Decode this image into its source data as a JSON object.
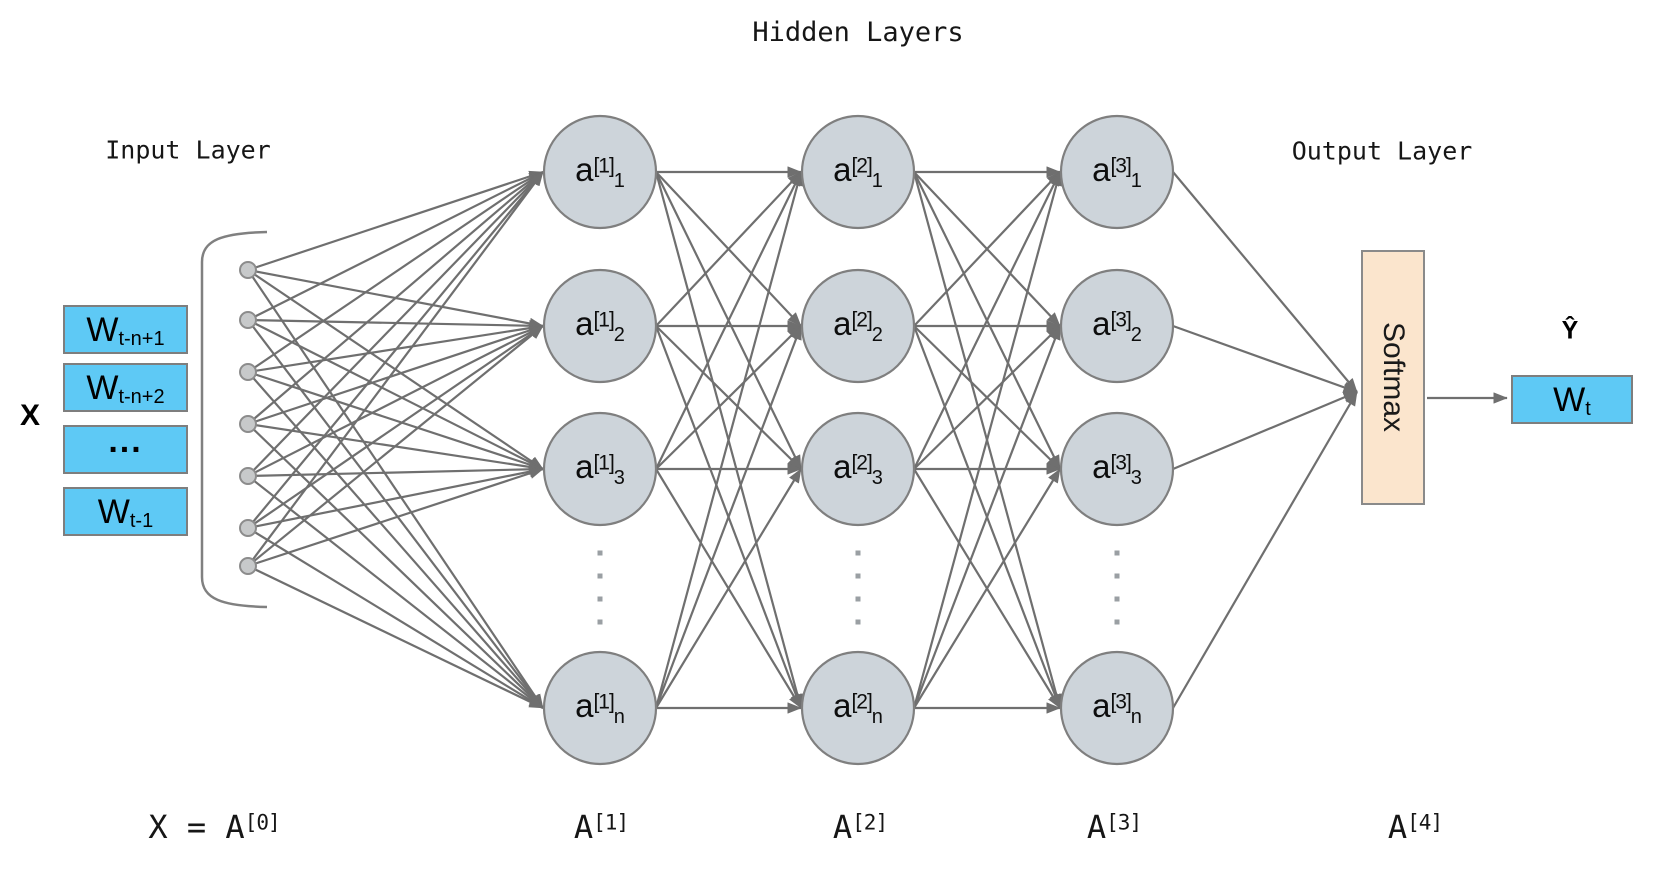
{
  "title": "Hidden Layers",
  "labels": {
    "input_layer": "Input Layer",
    "output_layer": "Output Layer",
    "x": "X",
    "y_hat": "Ŷ",
    "softmax": "Softmax"
  },
  "input_boxes": [
    {
      "base": "W",
      "sub": "t-n+1"
    },
    {
      "base": "W",
      "sub": "t-n+2"
    },
    {
      "base": "...",
      "sub": ""
    },
    {
      "base": "W",
      "sub": "t-1"
    }
  ],
  "output_box": {
    "base": "W",
    "sub": "t"
  },
  "hidden_layers": [
    {
      "base": "a",
      "sup": "[1]",
      "subs": [
        "1",
        "2",
        "3",
        "n"
      ]
    },
    {
      "base": "a",
      "sup": "[2]",
      "subs": [
        "1",
        "2",
        "3",
        "n"
      ]
    },
    {
      "base": "a",
      "sup": "[3]",
      "subs": [
        "1",
        "2",
        "3",
        "n"
      ]
    }
  ],
  "bottom_labels": [
    {
      "base": "X = A",
      "sup": "[0]"
    },
    {
      "base": "A",
      "sup": "[1]"
    },
    {
      "base": "A",
      "sup": "[2]"
    },
    {
      "base": "A",
      "sup": "[3]"
    },
    {
      "base": "A",
      "sup": "[4]"
    }
  ],
  "colors": {
    "box_blue": "#5ec9f5",
    "node_fill": "#cdd4da",
    "node_stroke": "#7f7f7f",
    "input_node_fill": "#c7c9ca",
    "softmax_fill": "#fbe5cd",
    "line": "#6f6f6f",
    "text": "#161616"
  }
}
